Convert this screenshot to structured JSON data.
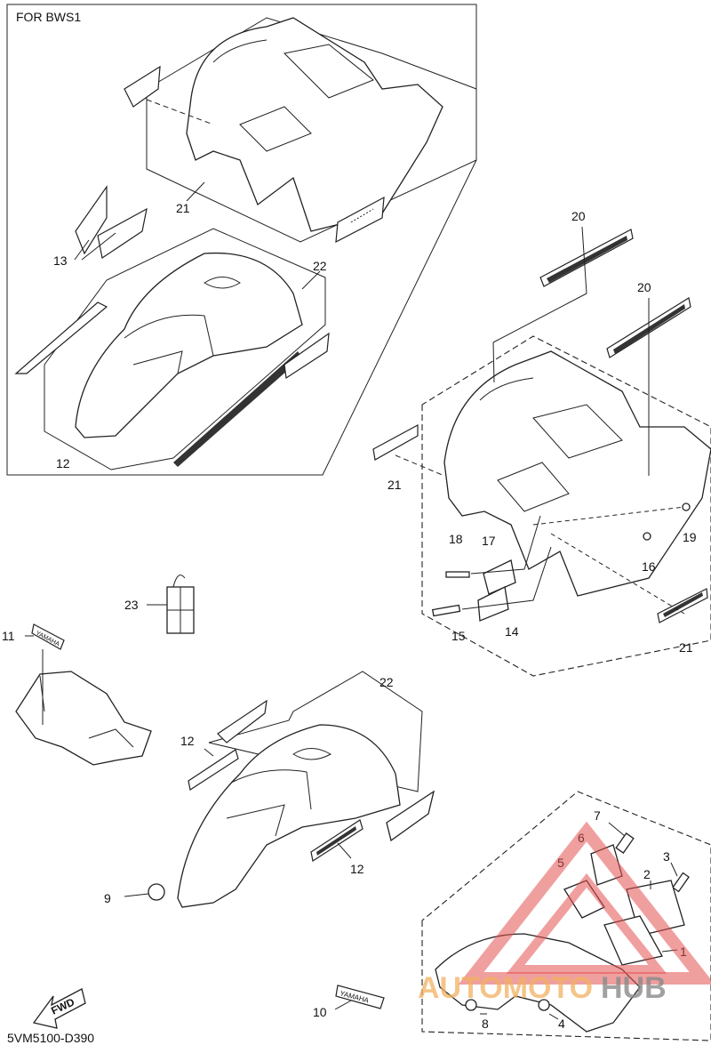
{
  "inset_title": "FOR BWS1",
  "drawing_code": "5VM5100-D390",
  "fwd_label": "FWD",
  "brand_text": "YAMAHA",
  "watermark": {
    "part1": "AUTOMOTO",
    "part2": "HUB",
    "color1": "#f0b060",
    "color2": "#8a8a8a",
    "logo_color": "#e45050"
  },
  "callouts": {
    "c21_inset": "21",
    "c13": "13",
    "c22_inset": "22",
    "c12_inset": "12",
    "c20a": "20",
    "c20b": "20",
    "c21_left": "21",
    "c19": "19",
    "c18": "18",
    "c17": "17",
    "c16": "16",
    "c15": "15",
    "c14": "14",
    "c21_right": "21",
    "c23": "23",
    "c11": "11",
    "c22": "22",
    "c12_left": "12",
    "c12_mid": "12",
    "c9": "9",
    "c7": "7",
    "c6": "6",
    "c5": "5",
    "c3": "3",
    "c2": "2",
    "c1": "1",
    "c10": "10",
    "c8": "8",
    "c4": "4"
  }
}
